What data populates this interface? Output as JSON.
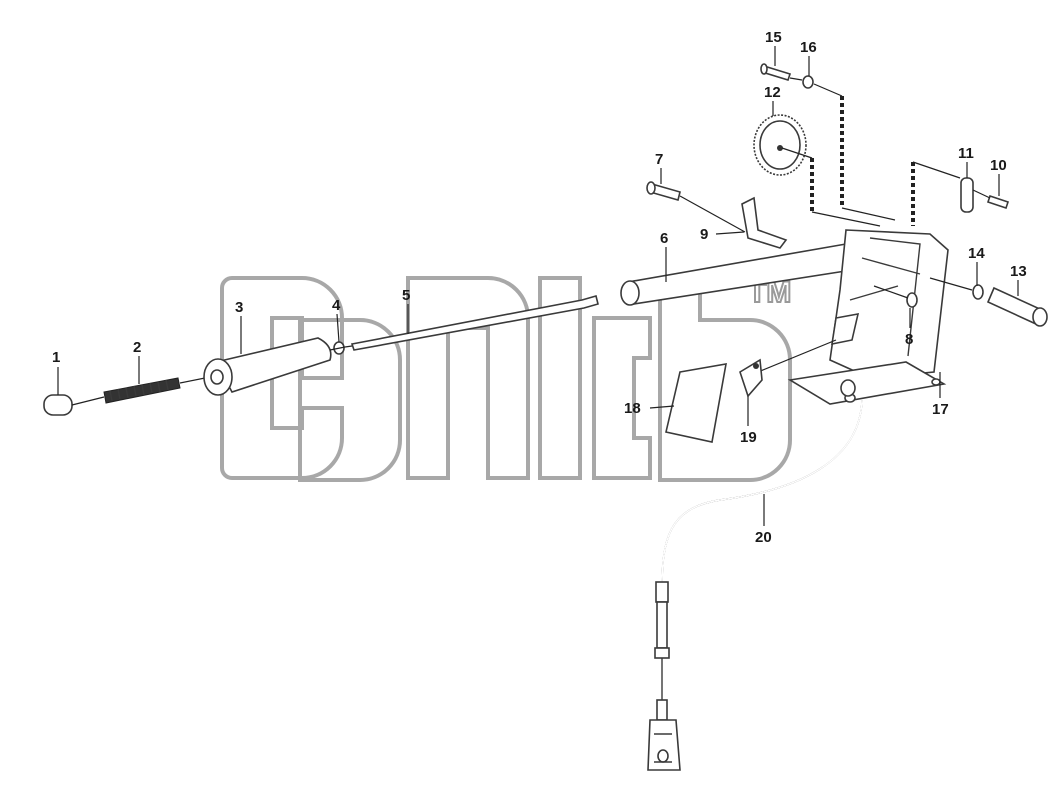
{
  "watermark": {
    "mark": "TM"
  },
  "callouts": [
    "1",
    "2",
    "3",
    "4",
    "5",
    "6",
    "7",
    "8",
    "9",
    "10",
    "11",
    "12",
    "13",
    "14",
    "15",
    "16",
    "17",
    "18",
    "19",
    "20"
  ],
  "colors": {
    "line": "#3a3a3a",
    "watermark": "#a8a8a8",
    "text": "#1a1a1a"
  }
}
